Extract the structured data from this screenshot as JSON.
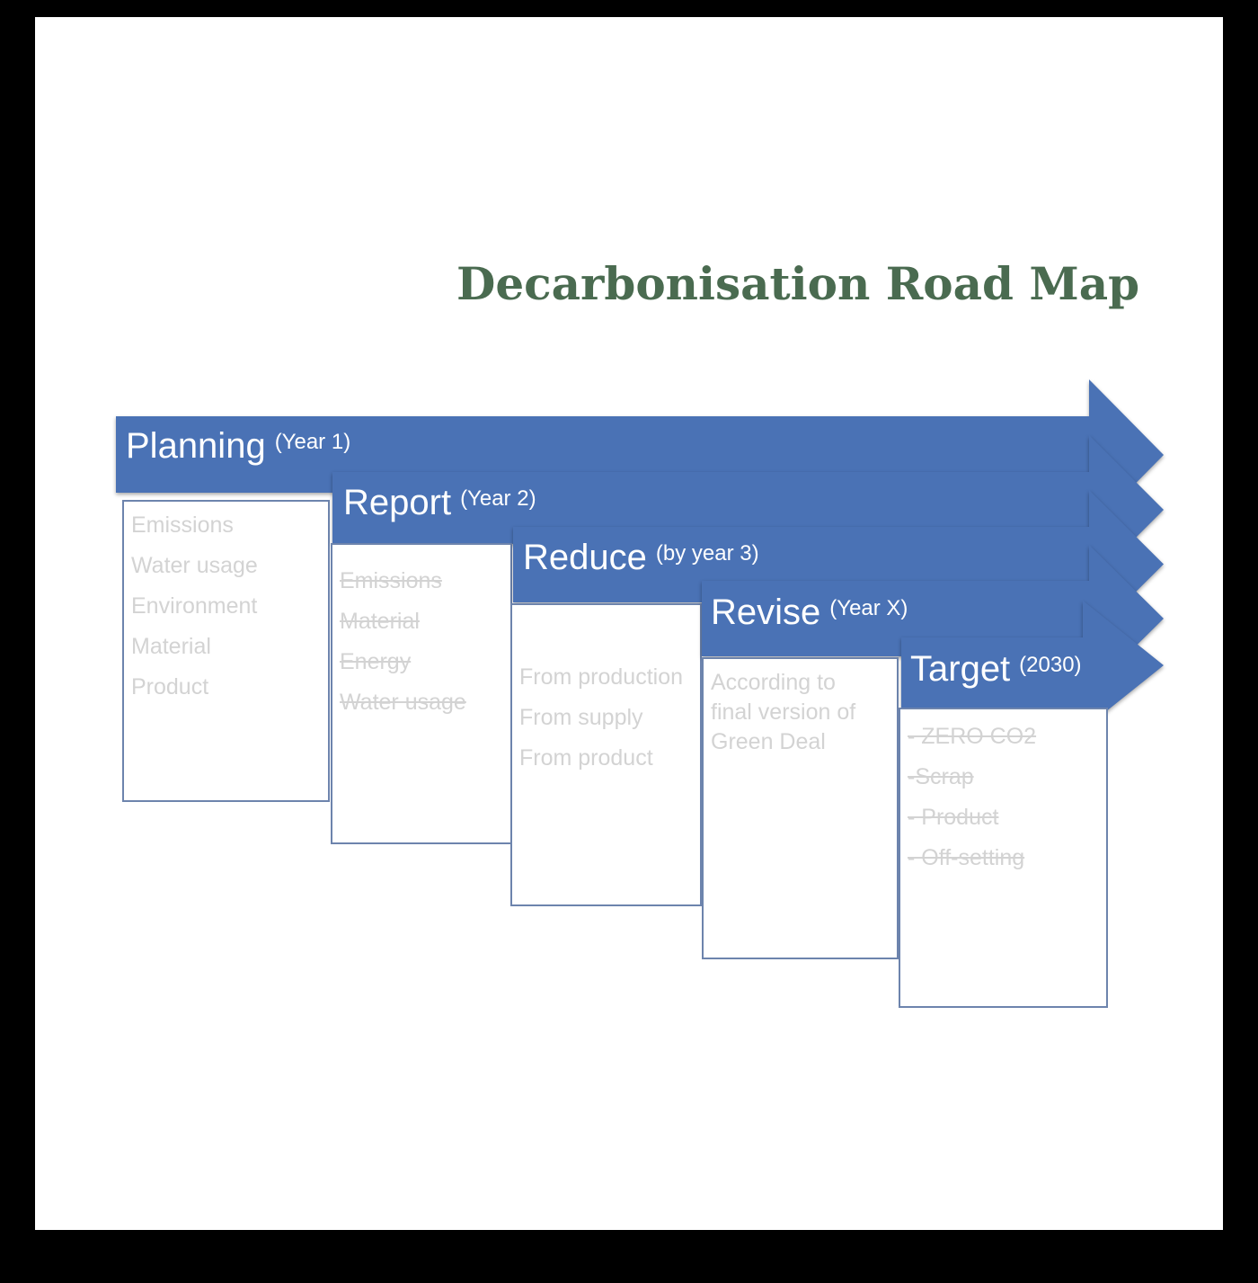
{
  "title": "Decarbonisation Road Map",
  "colors": {
    "arrow": "#4a72b5",
    "title": "#4a6b50",
    "item_text": "#d3d3d3"
  },
  "stages": [
    {
      "name": "Planning",
      "period": "(Year 1)",
      "items": [
        "Emissions",
        "Water usage",
        "Environment",
        "Material",
        "Product"
      ]
    },
    {
      "name": "Report",
      "period": "(Year 2)",
      "items": [
        "Emissions",
        "Material",
        "Energy",
        "Water usage"
      ]
    },
    {
      "name": "Reduce",
      "period": "(by year 3)",
      "items": [
        "From production",
        "From supply",
        "From product"
      ]
    },
    {
      "name": "Revise",
      "period": "(Year X)",
      "items": [
        "According to",
        "final version of",
        "Green Deal"
      ]
    },
    {
      "name": "Target",
      "period": "(2030)",
      "items": [
        "- ZERO CO2",
        "-Scrap",
        "- Product",
        "- Off-setting"
      ]
    }
  ]
}
